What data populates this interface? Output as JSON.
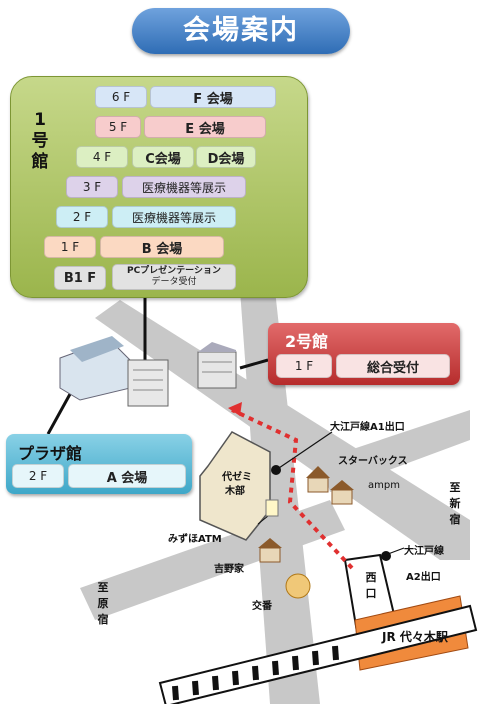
{
  "title": "会場案内",
  "building1": {
    "label": "1号館",
    "floors": [
      {
        "floor": "6 F",
        "rooms": [
          "F 会場"
        ]
      },
      {
        "floor": "5 F",
        "rooms": [
          "E 会場"
        ]
      },
      {
        "floor": "4 F",
        "rooms": [
          "C会場",
          "D会場"
        ]
      },
      {
        "floor": "3 F",
        "rooms": [
          "医療機器等展示"
        ]
      },
      {
        "floor": "2 F",
        "rooms": [
          "医療機器等展示"
        ]
      },
      {
        "floor": "1 F",
        "rooms": [
          "B 会場"
        ]
      },
      {
        "floor": "B1 F",
        "rooms": [
          "PCプレゼンテーション",
          "データ受付"
        ]
      }
    ]
  },
  "building2": {
    "label": "2号館",
    "floor": "1 F",
    "room": "総合受付"
  },
  "plaza": {
    "label": "プラザ館",
    "floor": "2 F",
    "room": "A 会場"
  },
  "map_labels": {
    "exit_a1": "大江戸線A1出口",
    "starbucks": "スターバックス",
    "ampm": "ampm",
    "yozemi_1": "代ゼミ",
    "yozemi_2": "木部",
    "mizuho": "みずほATM",
    "yoshinoya": "吉野家",
    "koban": "交番",
    "exit_a2_1": "大江戸線",
    "exit_a2_2": "A2出口",
    "west_exit": "西口",
    "station": "JR 代々木駅",
    "to_shinjuku": "至新宿",
    "to_harajuku": "至原宿"
  },
  "colors": {
    "title": "#2f6db5",
    "building1": "#9bb54c",
    "building2": "#b62c2c",
    "plaza": "#3ea7c8",
    "route": "#e03030",
    "station": "#f08a3c"
  }
}
